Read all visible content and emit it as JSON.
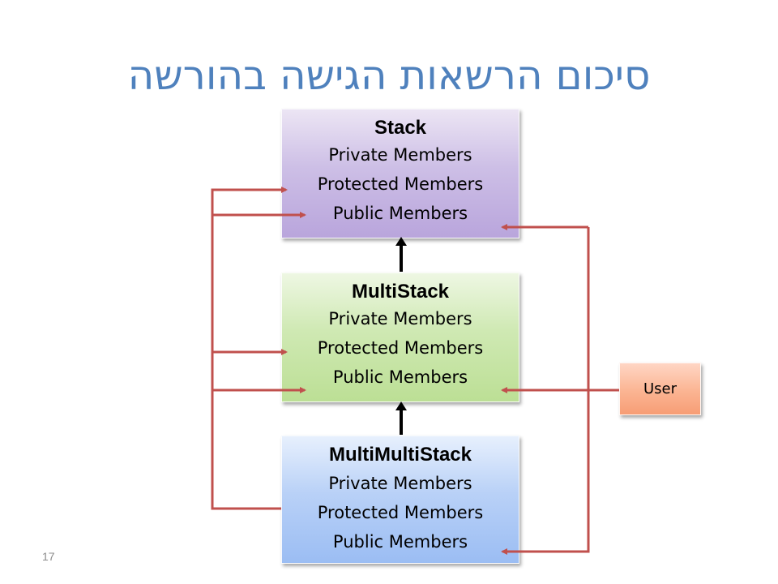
{
  "title": "סיכום הרשאות הגישה בהורשה",
  "boxes": {
    "stack": {
      "name": "Stack",
      "private": "Private Members",
      "protected": "Protected Members",
      "public": "Public Members"
    },
    "multistack": {
      "name": "MultiStack",
      "private": "Private Members",
      "protected": "Protected Members",
      "public": "Public Members"
    },
    "multimultistack": {
      "name": "MultiMultiStack",
      "private": "Private Members",
      "protected": "Protected Members",
      "public": "Public Members"
    }
  },
  "user": {
    "label": "User"
  },
  "page_number": "17",
  "colors": {
    "title": "#4f81bd",
    "stack_fill": "#cdbfe6",
    "multistack_fill": "#cfe9b3",
    "multimultistack_fill": "#b9d1f7",
    "user_fill": "#fbb492",
    "access_arrow": "#c0504d",
    "inheritance_arrow": "#000000"
  }
}
